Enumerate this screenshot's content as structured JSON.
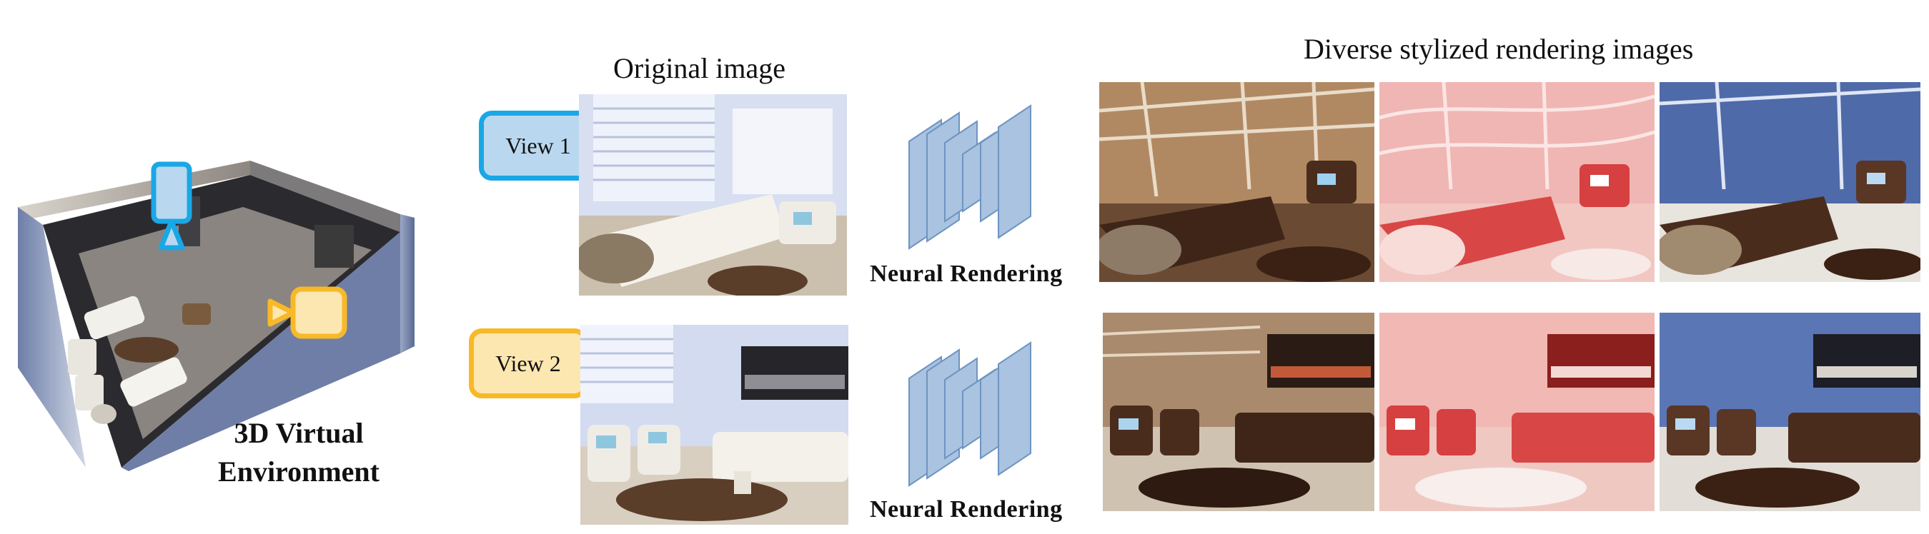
{
  "headings": {
    "original": "Original image",
    "stylized": "Diverse stylized rendering images"
  },
  "environment": {
    "label_line1": "3D Virtual",
    "label_line2": "Environment"
  },
  "views": [
    {
      "label": "View 1",
      "color": "#1aa7e6",
      "fill": "#b9d8f0"
    },
    {
      "label": "View 2",
      "color": "#f7b928",
      "fill": "#fde7b0"
    }
  ],
  "rendering_label": "Neural  Rendering",
  "style_colors": {
    "wood": "#7a4a2a",
    "red": "#e0504f",
    "blue": "#4c6fb2"
  },
  "network_color": "#a9c3e0",
  "icons": [
    "camera-icon",
    "neural-network-icon"
  ]
}
